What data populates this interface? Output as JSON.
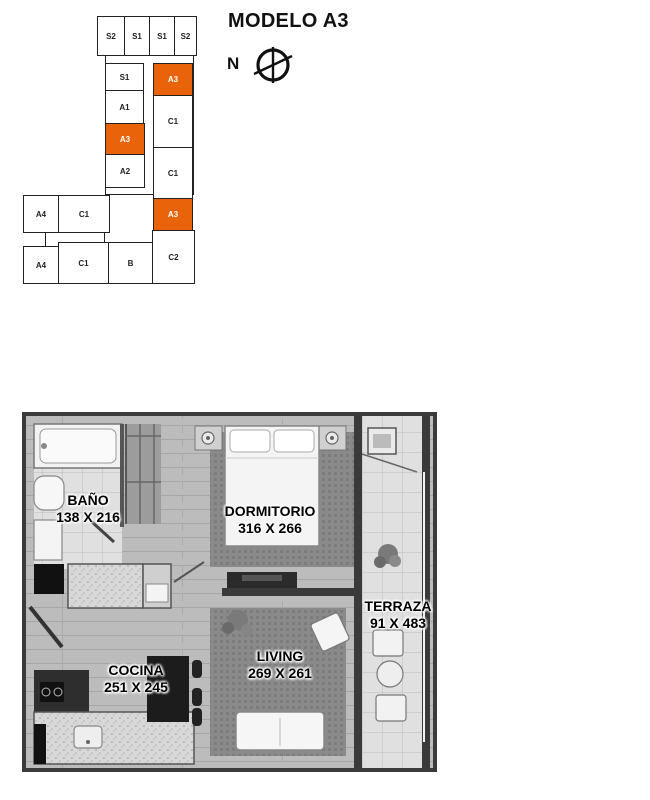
{
  "header": {
    "title": "MODELO A3",
    "north_label": "N"
  },
  "keyplan": {
    "highlight_color": "#e8630a",
    "units": [
      {
        "label": "S2"
      },
      {
        "label": "S1"
      },
      {
        "label": "S1"
      },
      {
        "label": "S2"
      },
      {
        "label": "S1"
      },
      {
        "label": "A3",
        "highlighted": true
      },
      {
        "label": "A1"
      },
      {
        "label": "C1"
      },
      {
        "label": "A3",
        "highlighted": true
      },
      {
        "label": "A2"
      },
      {
        "label": "C1"
      },
      {
        "label": "A3",
        "highlighted": true
      },
      {
        "label": "A4"
      },
      {
        "label": "C1"
      },
      {
        "label": "A4"
      },
      {
        "label": "C1"
      },
      {
        "label": "B"
      },
      {
        "label": "C2"
      }
    ]
  },
  "floorplan": {
    "rooms": [
      {
        "name": "BAÑO",
        "size": "138 X 216"
      },
      {
        "name": "DORMITORIO",
        "size": "316 X 266"
      },
      {
        "name": "TERRAZA",
        "size": "91 X 483"
      },
      {
        "name": "LIVING",
        "size": "269 X 261"
      },
      {
        "name": "COCINA",
        "size": "251 X 245"
      }
    ]
  }
}
